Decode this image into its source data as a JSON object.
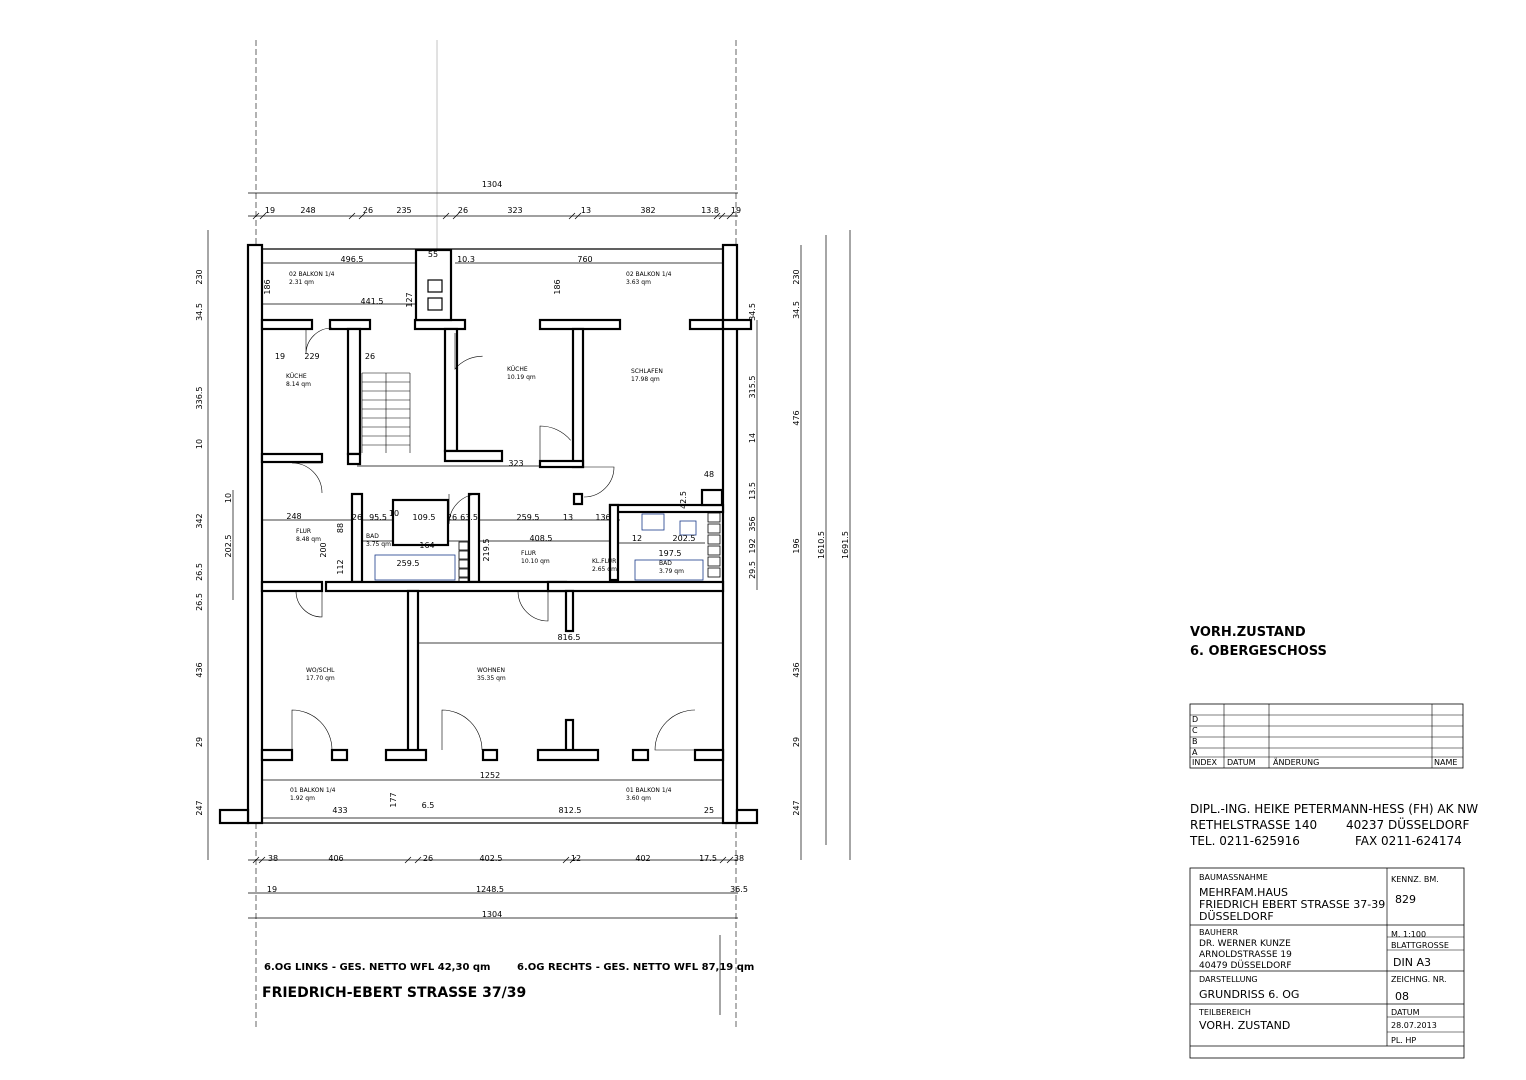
{
  "title_block": {
    "heading_line1": "VORH.ZUSTAND",
    "heading_line2": "6. OBERGESCHOSS",
    "revision_rows": [
      "D",
      "C",
      "B",
      "A"
    ],
    "revision_headers": {
      "index": "INDEX",
      "datum": "DATUM",
      "aenderung": "ÄNDERUNG",
      "name": "NAME"
    },
    "office": {
      "name": "DIPL.-ING. HEIKE PETERMANN-HESS  (FH) AK NW",
      "street": "RETHELSTRASSE 140",
      "city": "40237 DÜSSELDORF",
      "tel": "TEL. 0211-625916",
      "fax": "FAX 0211-624174"
    },
    "baumassnahme_label": "BAUMASSNAHME",
    "baumassnahme_lines": [
      "MEHRFAM.HAUS",
      "FRIEDRICH EBERT STRASSE 37-39",
      "DÜSSELDORF"
    ],
    "kennz_label": "KENNZ. BM.",
    "kennz_value": "829",
    "bauherr_label": "BAUHERR",
    "bauherr_lines": [
      "DR. WERNER KUNZE",
      "ARNOLDSTRASSE 19",
      "40479 DÜSSELDORF"
    ],
    "massstab": "M.  1:100",
    "blattgrosse_label": "BLATTGROSSE",
    "blattgrosse_value": "DIN A3",
    "darstellung_label": "DARSTELLUNG",
    "darstellung_value": "GRUNDRISS  6. OG",
    "zeichnr_label": "ZEICHNG. NR.",
    "zeichnr_value": "08",
    "teilbereich_label": "TEILBEREICH",
    "teilbereich_value": "VORH. ZUSTAND",
    "datum_label": "DATUM",
    "datum_value": "28.07.2013",
    "pl": "PL.  HP"
  },
  "plan": {
    "total_left": "6.OG LINKS - GES. NETTO WFL 42,30 qm",
    "total_right": "6.OG RECHTS - GES. NETTO WFL 87,19 qm",
    "street": "FRIEDRICH-EBERT STRASSE 37/39",
    "rooms": [
      {
        "name": "02 BALKON 1/4",
        "area": "2.31 qm"
      },
      {
        "name": "02 BALKON 1/4",
        "area": "3.63 qm"
      },
      {
        "name": "KÜCHE",
        "area": "8.14 qm"
      },
      {
        "name": "KÜCHE",
        "area": "10.19 qm"
      },
      {
        "name": "SCHLAFEN",
        "area": "17.98 qm"
      },
      {
        "name": "FLUR",
        "area": "8.48 qm"
      },
      {
        "name": "BAD",
        "area": "3.75 qm"
      },
      {
        "name": "FLUR",
        "area": "10.10 qm"
      },
      {
        "name": "KL.FLUR",
        "area": "2.65 qm"
      },
      {
        "name": "BAD",
        "area": "3.79 qm"
      },
      {
        "name": "WO/SCHL",
        "area": "17.70 qm"
      },
      {
        "name": "WOHNEN",
        "area": "35.35 qm"
      },
      {
        "name": "01 BALKON 1/4",
        "area": "1.92 qm"
      },
      {
        "name": "01 BALKON 1/4",
        "area": "3.60 qm"
      }
    ],
    "dims_top_total": "1304",
    "dims_top_chain": [
      "19",
      "248",
      "26",
      "235",
      "26",
      "323",
      "13",
      "382",
      "13.8",
      "19"
    ],
    "dims_interior": [
      "496.5",
      "55",
      "10.3",
      "760",
      "186",
      "186",
      "441.5",
      "127",
      "19",
      "229",
      "26",
      "323",
      "48",
      "42.5",
      "248",
      "88",
      "26",
      "95.5",
      "10",
      "109.5",
      "26",
      "63.5",
      "259.5",
      "13",
      "136",
      "408.5",
      "12",
      "202.5",
      "200",
      "164",
      "219.5",
      "197.5",
      "112",
      "259.5",
      "816.5",
      "1252",
      "177",
      "6.5",
      "433",
      "812.5",
      "25"
    ],
    "dims_bottom_chain": [
      "38",
      "406",
      "26",
      "402.5",
      "12",
      "402",
      "17.5",
      "38"
    ],
    "dims_bottom_mid": [
      "19",
      "1248.5",
      "36.5"
    ],
    "dims_bottom_total": "1304",
    "dims_left_outer": [
      "230",
      "34.5",
      "336.5",
      "10",
      "342",
      "26.5",
      "26.5",
      "436",
      "29",
      "247"
    ],
    "dims_left_inner": [
      "10",
      "202.5"
    ],
    "dims_right_chain": [
      "34.5",
      "315.5",
      "14",
      "13.5",
      "356",
      "192",
      "29.5"
    ],
    "dims_right_outer": [
      "230",
      "34.5",
      "476",
      "196",
      "436",
      "29",
      "247"
    ],
    "dims_right_totals": [
      "1610.5",
      "1691.5"
    ]
  }
}
